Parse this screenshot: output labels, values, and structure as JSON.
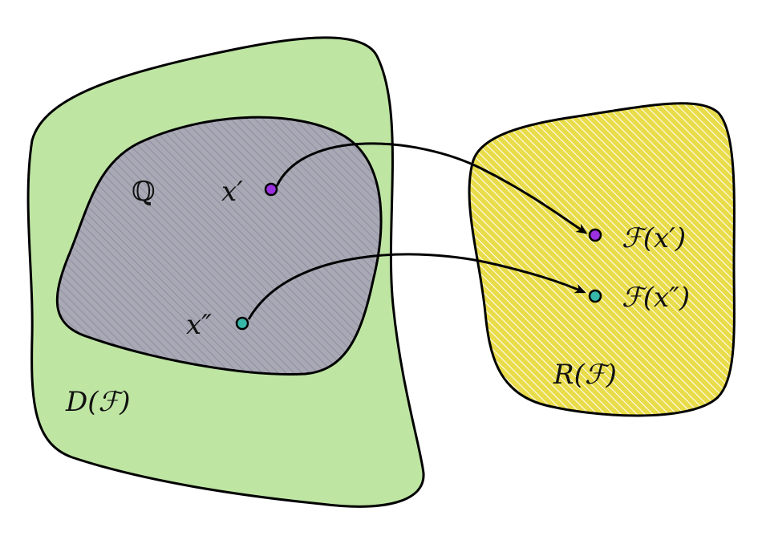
{
  "colors": {
    "domain_fill": "#bfe5a3",
    "subset_fill": "#a9a9b6",
    "subset_hatch": "#8f8fa0",
    "range_fill": "#e9dc4a",
    "range_hatch": "#ffffff",
    "outline": "#000000",
    "point_prime": "#9b30e0",
    "point_double_prime": "#37b7a8",
    "arrow": "#000000"
  },
  "labels": {
    "domain": "D(ℱ)",
    "subset": "ℚ",
    "range": "R(ℱ)",
    "point_prime": "x′",
    "point_double_prime": "x″",
    "image_prime": "ℱ(x′)",
    "image_double_prime": "ℱ(x″)"
  }
}
